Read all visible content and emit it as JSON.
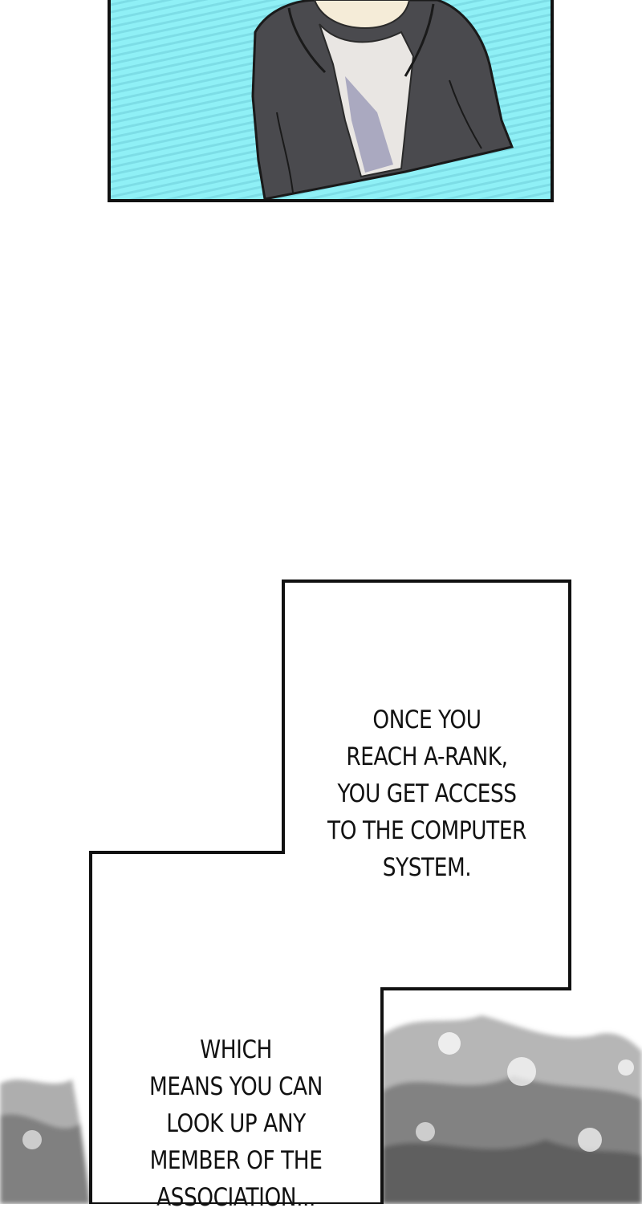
{
  "colors": {
    "panel_background": "#8ff0f6",
    "hoodie": "#4a4a4e",
    "shirt": "#e9e6e3",
    "border": "#111111",
    "smoke": "#8a8a8a"
  },
  "panel_1": {
    "icon": "character-in-dark-hoodie"
  },
  "speech_box_1": {
    "lines": [
      "ONCE YOU",
      "REACH A-RANK,",
      "YOU GET ACCESS",
      "TO THE COMPUTER",
      "SYSTEM."
    ]
  },
  "speech_box_2": {
    "lines": [
      "WHICH",
      "MEANS YOU CAN",
      "LOOK UP ANY",
      "MEMBER OF THE",
      "ASSOCIATION..."
    ]
  }
}
